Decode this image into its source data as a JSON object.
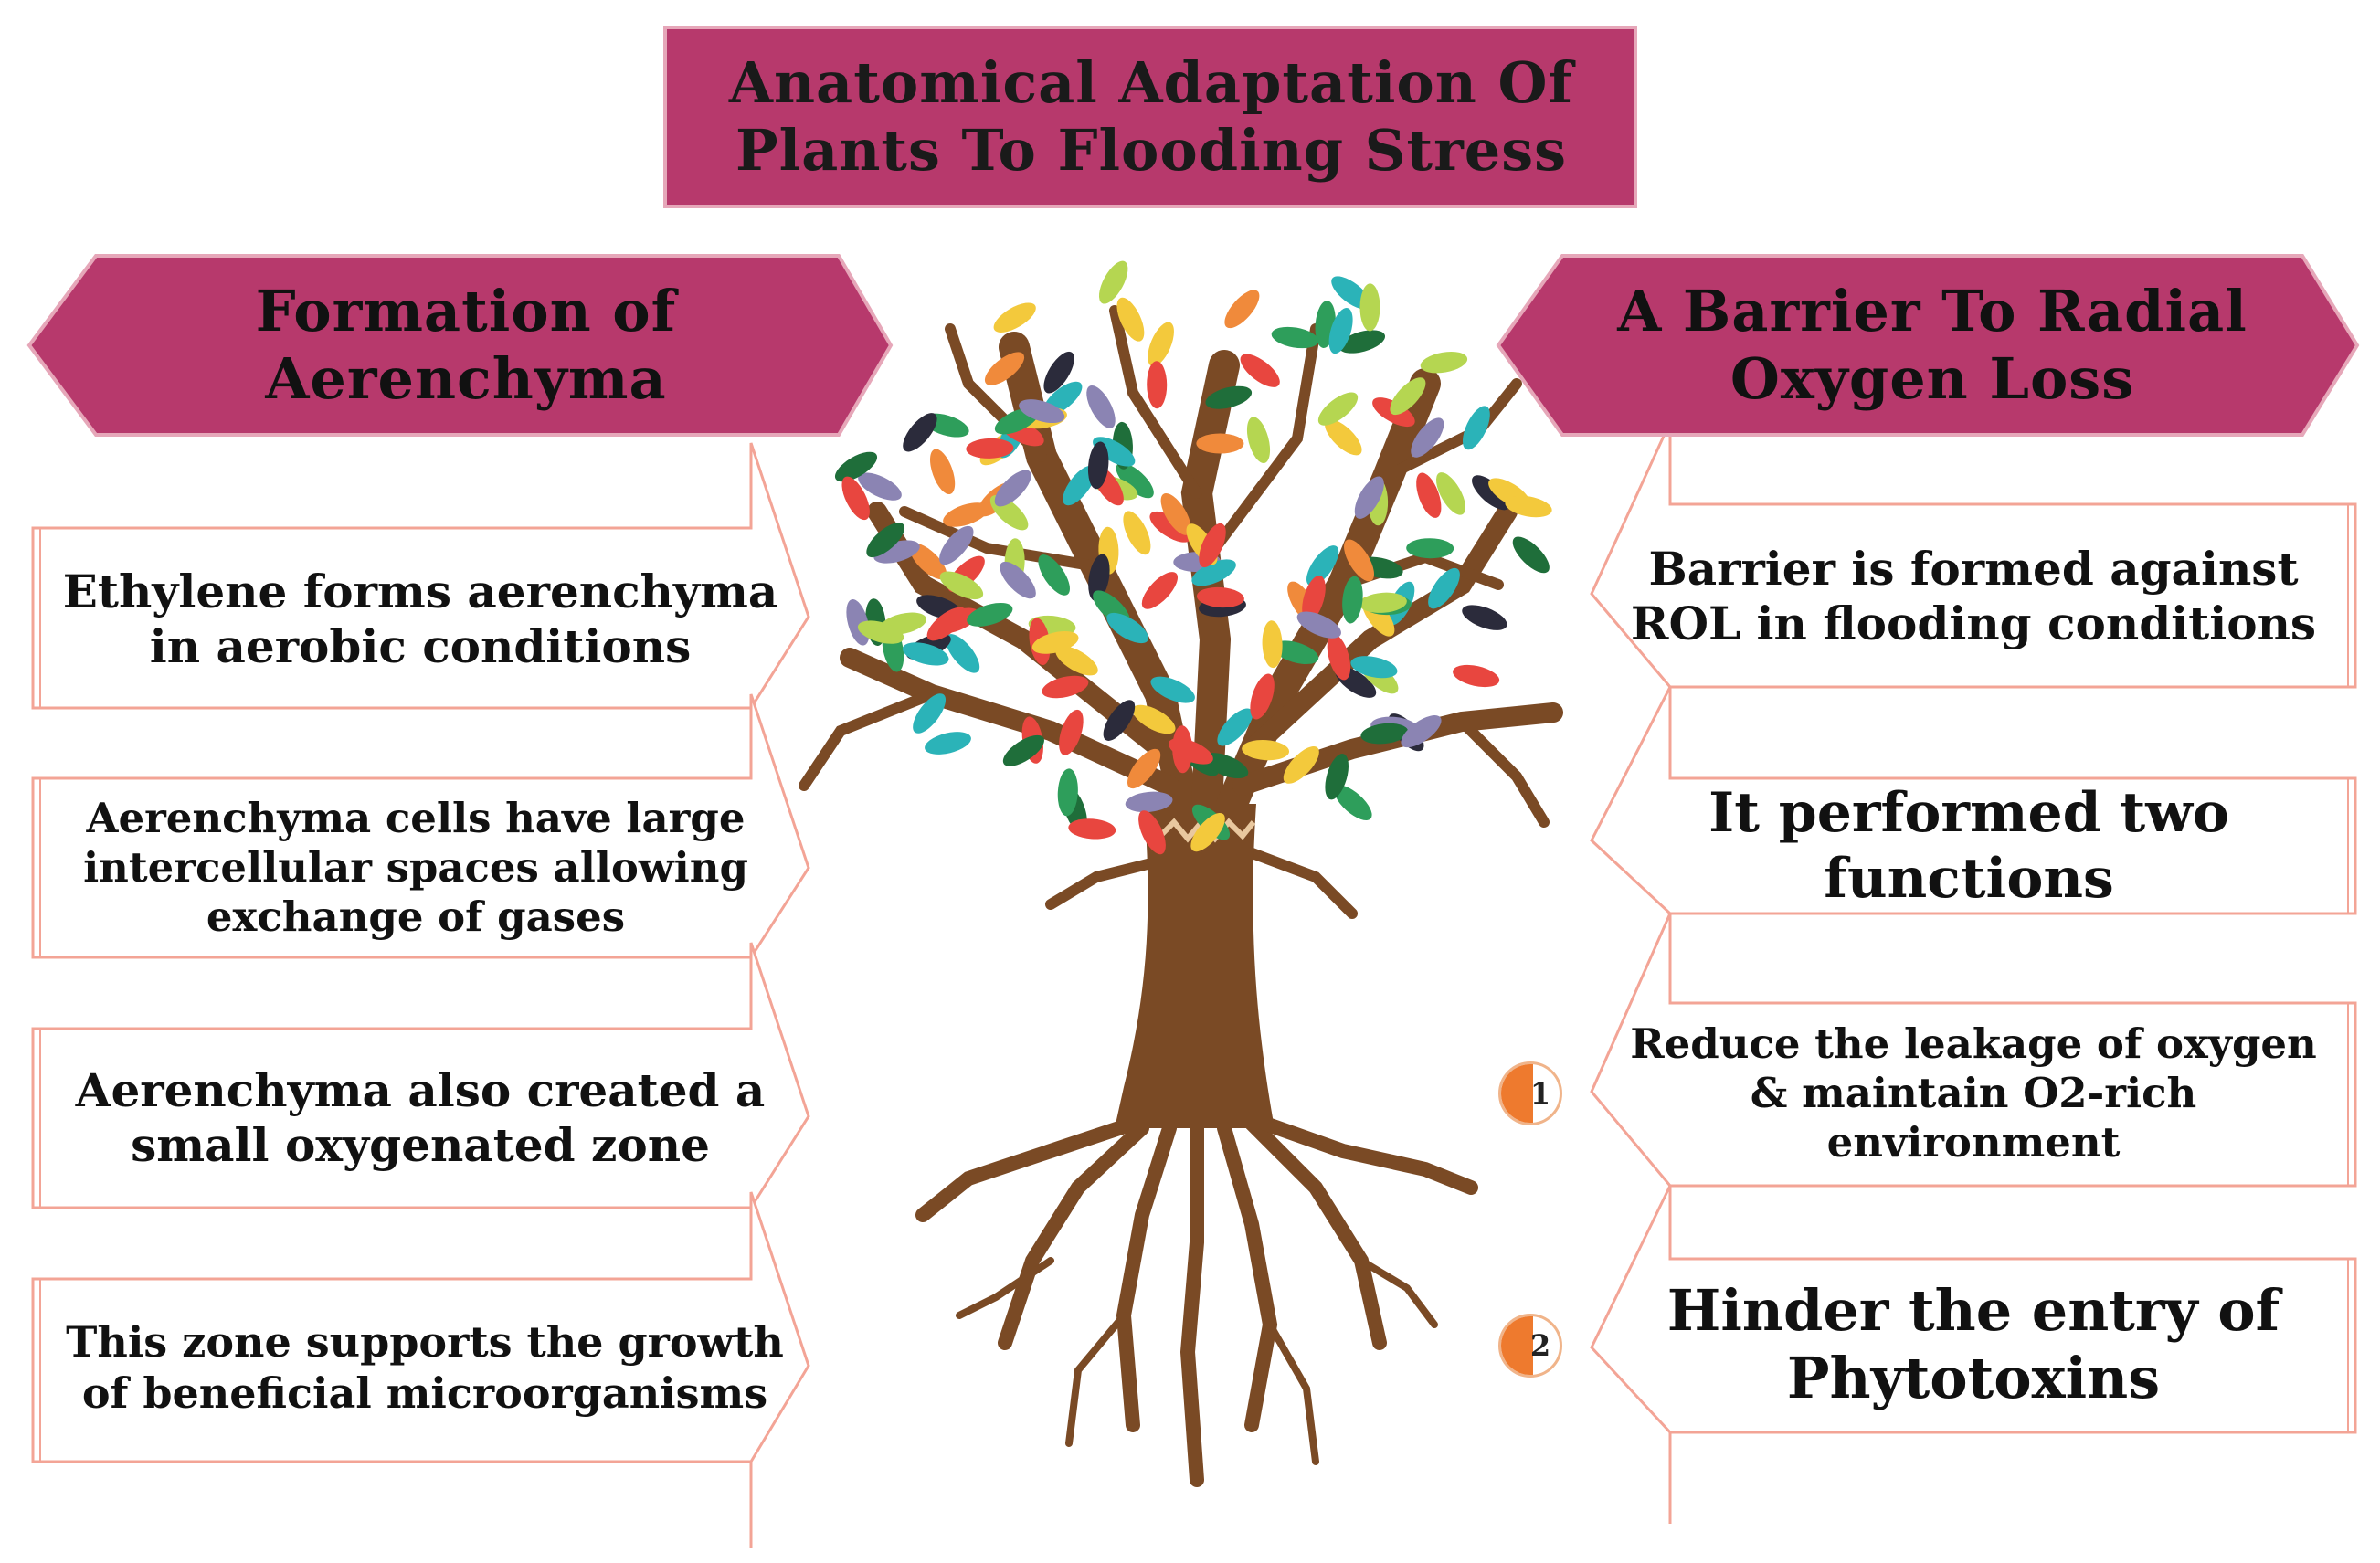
{
  "title": "Anatomical Adaptation Of Plants To Flooding Stress",
  "left": {
    "header": "Formation of Aerenchyma",
    "items": [
      "Ethylene forms aerenchyma in aerobic conditions",
      "Aerenchyma cells have large intercellular spaces allowing exchange of gases",
      "Aerenchyma also created a small oxygenated zone",
      "This zone supports the growth of beneficial microorganisms"
    ]
  },
  "right": {
    "header": "A Barrier To Radial Oxygen Loss",
    "items": [
      "Barrier is formed against ROL in flooding conditions",
      "It performed two functions",
      "Reduce the leakage of oxygen & maintain O2-rich environment",
      "Hinder the entry of Phytotoxins"
    ],
    "badges": [
      "1",
      "2"
    ]
  },
  "colors": {
    "header_fill": "#b7396c",
    "header_border": "#e6a7b9",
    "callout_border": "#f3a496",
    "trunk": "#7a4a25",
    "leaf_palette": [
      "#e8463f",
      "#f08a3b",
      "#f3c93c",
      "#b5d651",
      "#2e9e5b",
      "#1f6e3a",
      "#2bb3b8",
      "#8b84b3",
      "#2b2b3b"
    ]
  }
}
